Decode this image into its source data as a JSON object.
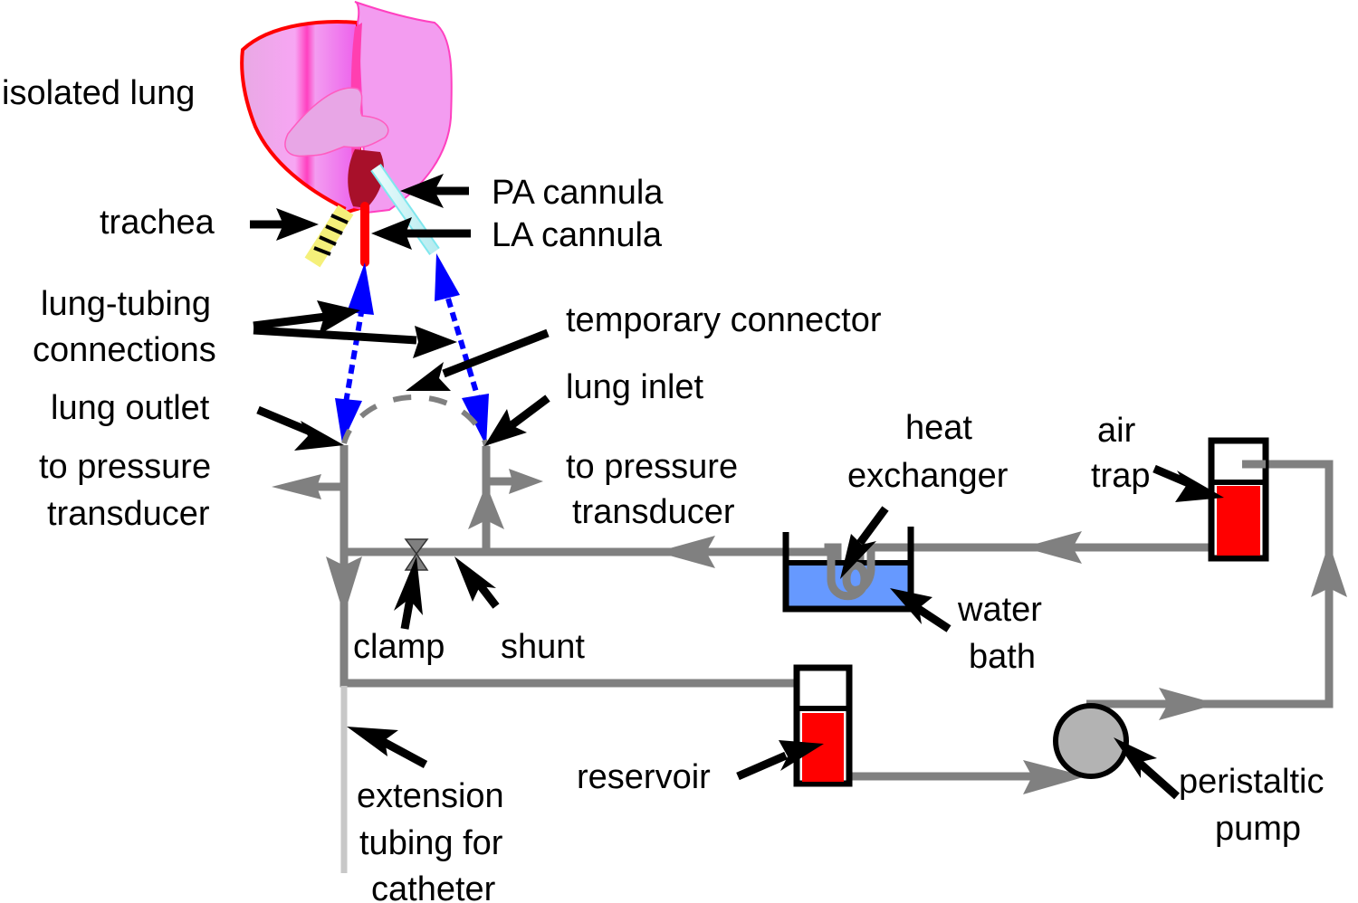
{
  "figure": {
    "title": "Isolated lung perfusion circuit",
    "colors": {
      "tubing": "#808080",
      "extension_tubing": "#c8c8c8",
      "perfusate": "#ff0000",
      "water": "#6699ff",
      "lung": "#f39cf0",
      "connection_arrow": "#0000ff",
      "pump": "#b3b3b3",
      "trachea": "#f5f07a",
      "pa_cannula": "#ccf6f6",
      "la_cannula": "#ff0000"
    }
  },
  "labels": {
    "isolated_lung": "isolated lung",
    "trachea": "trachea",
    "pa_cannula": "PA cannula",
    "la_cannula": "LA cannula",
    "lung_tubing_connections": [
      "lung-tubing",
      "connections"
    ],
    "temporary_connector": "temporary connector",
    "lung_outlet": "lung outlet",
    "lung_inlet": "lung inlet",
    "to_pressure_transducer_left": [
      "to pressure",
      "transducer"
    ],
    "to_pressure_transducer_right": [
      "to pressure",
      "transducer"
    ],
    "heat_exchanger": [
      "heat",
      "exchanger"
    ],
    "air_trap": [
      "air",
      "trap"
    ],
    "water_bath": [
      "water",
      "bath"
    ],
    "clamp": "clamp",
    "shunt": "shunt",
    "reservoir": "reservoir",
    "peristaltic_pump": [
      "peristaltic",
      "pump"
    ],
    "extension_tubing": [
      "extension",
      "tubing for",
      "catheter"
    ]
  }
}
